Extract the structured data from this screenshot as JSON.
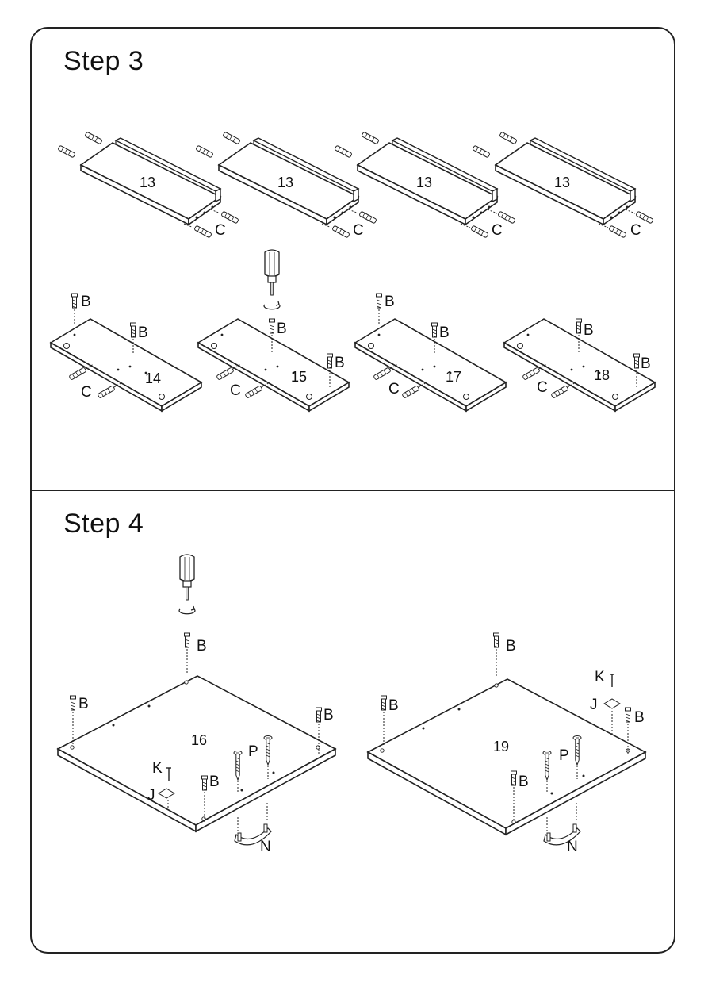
{
  "steps": [
    {
      "title": "Step  3"
    },
    {
      "title": "Step  4"
    }
  ],
  "step3": {
    "shelves": [
      {
        "part": "13",
        "dowel_label": "C"
      },
      {
        "part": "13",
        "dowel_label": "C"
      },
      {
        "part": "13",
        "dowel_label": "C"
      },
      {
        "part": "13",
        "dowel_label": "C"
      }
    ],
    "panels": [
      {
        "part": "14",
        "cam_label_1": "B",
        "cam_label_2": "B",
        "dowel_label": "C"
      },
      {
        "part": "15",
        "cam_label_1": "B",
        "cam_label_2": "B",
        "dowel_label": "C"
      },
      {
        "part": "17",
        "cam_label_1": "B",
        "cam_label_2": "B",
        "dowel_label": "C"
      },
      {
        "part": "18",
        "cam_label_1": "B",
        "cam_label_2": "B",
        "dowel_label": "C"
      }
    ]
  },
  "step4": {
    "boards": [
      {
        "part": "16",
        "cam_label": "B",
        "screw_label": "P",
        "handle_label": "N",
        "pin_label": "K",
        "plate_label": "J"
      },
      {
        "part": "19",
        "cam_label": "B",
        "screw_label": "P",
        "handle_label": "N",
        "pin_label": "K",
        "plate_label": "J"
      }
    ]
  }
}
